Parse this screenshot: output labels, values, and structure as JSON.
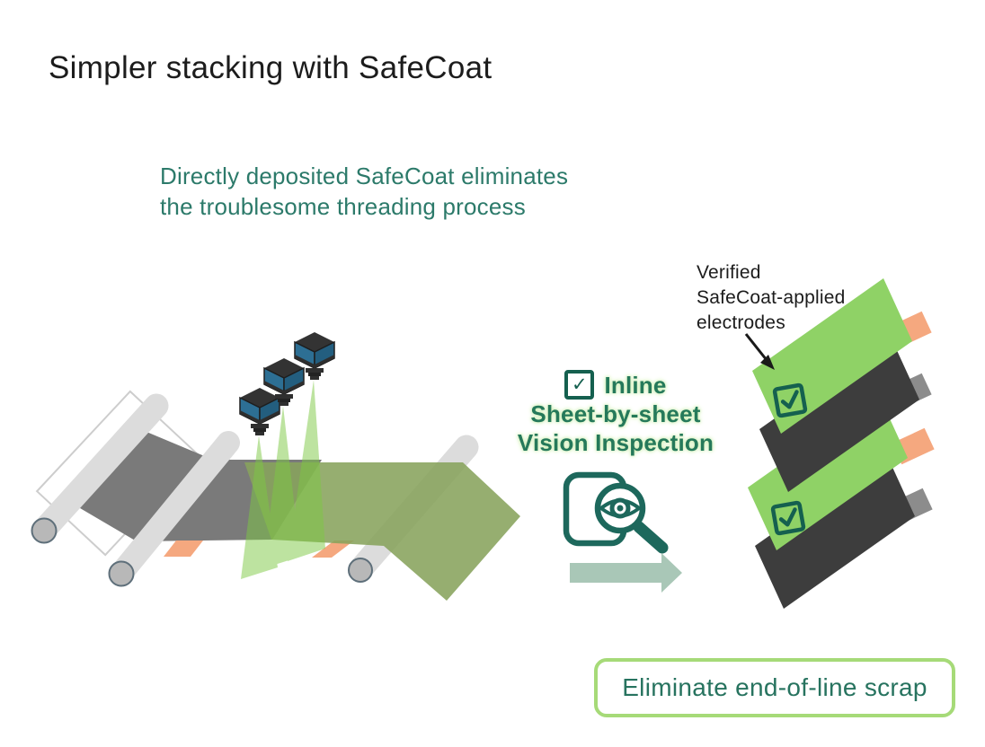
{
  "title": "Simpler stacking with SafeCoat",
  "subtitle": {
    "line1": "Directly deposited SafeCoat eliminates",
    "line2": "the troublesome threading process"
  },
  "diagram": {
    "verified_label": {
      "line1": "Verified",
      "line2": "SafeCoat-applied",
      "line3": "electrodes"
    },
    "inspection_label": {
      "checkmark": "✓",
      "line1": "Inline",
      "line2": "Sheet-by-sheet",
      "line3": "Vision Inspection"
    },
    "cta": {
      "label": "Eliminate end-of-line scrap"
    }
  },
  "palette": {
    "teal_icon": "#1d685c",
    "teal_text": "#2c7a6a",
    "green_text": "#25795a",
    "glow_green": "#cdeeb0",
    "checkbox_teal": "#15604f",
    "electrode_green": "#8fd266",
    "electrode_dark": "#3d3d3d",
    "tab_orange": "#f5a87f",
    "tab_gray": "#8c8c8c",
    "band_olive": "#87a35c",
    "sheet_gray": "#7a7a7a",
    "roller_gray": "#dcdcdc",
    "roller_cap": "#b8b8b8",
    "cone_green": "#7dc944",
    "camera_blue_left": "#2d6f94",
    "camera_blue_right": "#235e7f",
    "camera_dark": "#333333",
    "arrow_sage": "#a9c7b7",
    "button_border": "#a6da78",
    "button_text": "#27735f",
    "arrow_black": "#1a1a1a"
  }
}
